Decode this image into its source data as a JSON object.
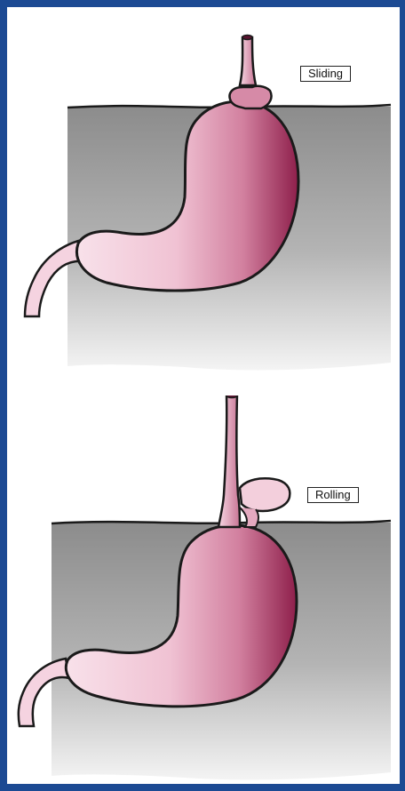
{
  "diagram": {
    "panels": [
      {
        "id": "sliding",
        "label": "Sliding"
      },
      {
        "id": "rolling",
        "label": "Rolling"
      }
    ]
  },
  "colors": {
    "border": "#1c4a93",
    "stomach_light": "#f6dbe6",
    "stomach_mid": "#d98aa8",
    "stomach_dark": "#8e1f4b",
    "tissue_dark": "#8e8e8e",
    "tissue_light": "#f2f2f2",
    "outline": "#1a1a1a"
  }
}
